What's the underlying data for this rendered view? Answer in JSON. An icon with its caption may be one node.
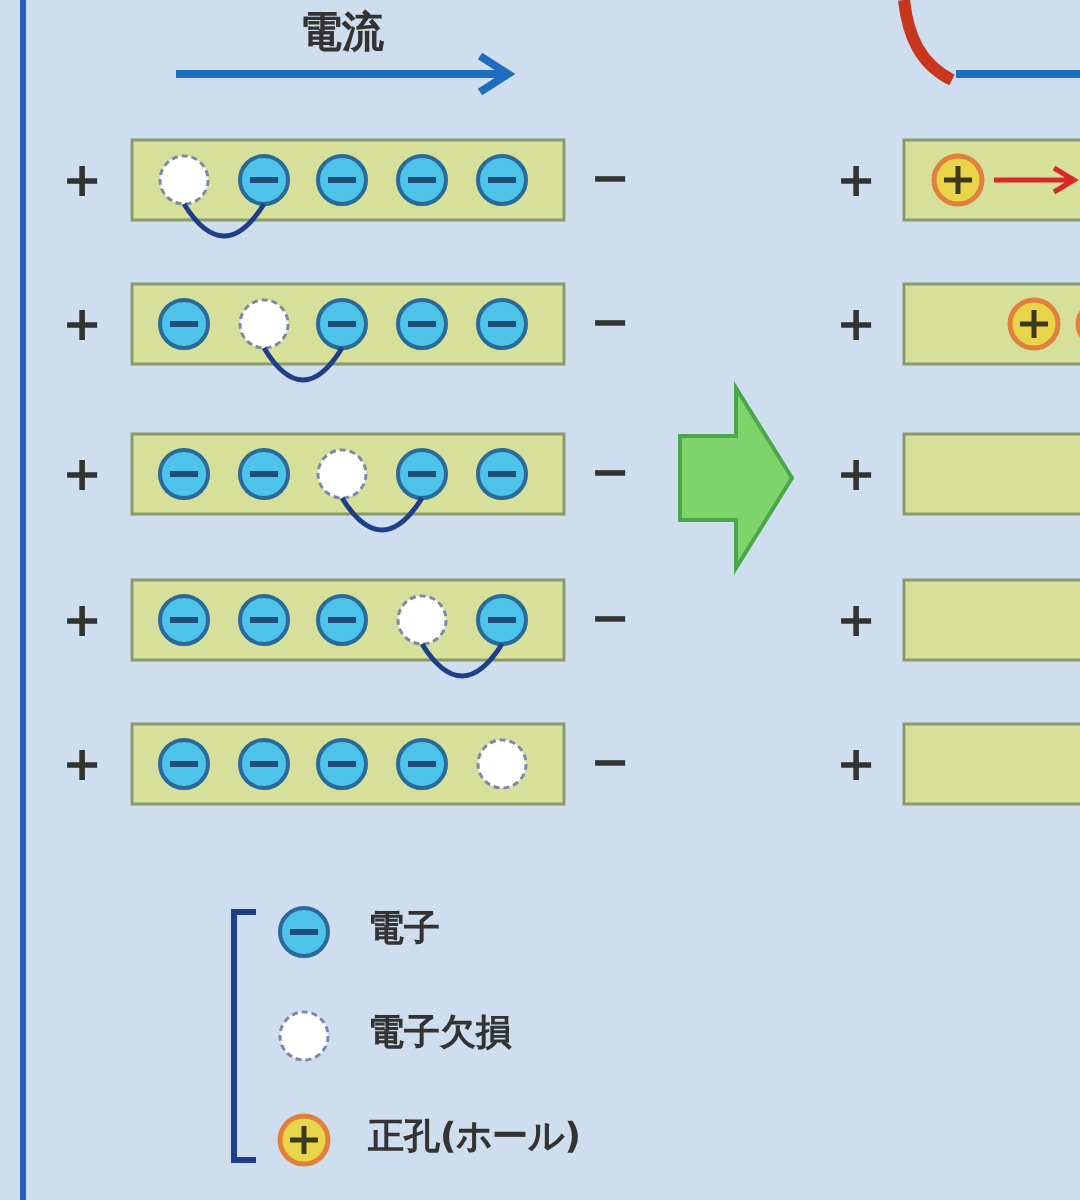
{
  "diagram": {
    "labels": [
      "電流",
      "+",
      "−",
      "+",
      "+",
      "−",
      "+",
      "+",
      "−",
      "+",
      "+",
      "−",
      "+",
      "+",
      "−",
      "+"
    ],
    "legend": [
      {
        "text": "電子"
      },
      {
        "text": "電子欠損"
      },
      {
        "text": "正孔(ホール)"
      }
    ]
  }
}
